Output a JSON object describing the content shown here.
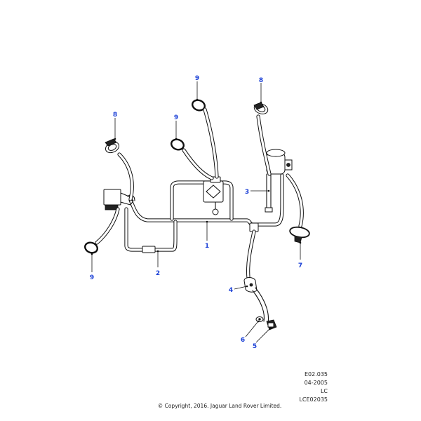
{
  "callouts": [
    {
      "id": "c1",
      "label": "1"
    },
    {
      "id": "c2",
      "label": "2"
    },
    {
      "id": "c3",
      "label": "3"
    },
    {
      "id": "c4",
      "label": "4"
    },
    {
      "id": "c5",
      "label": "5"
    },
    {
      "id": "c6",
      "label": "6"
    },
    {
      "id": "c7",
      "label": "7"
    },
    {
      "id": "c8a",
      "label": "8"
    },
    {
      "id": "c8b",
      "label": "8"
    },
    {
      "id": "c9a",
      "label": "9"
    },
    {
      "id": "c9b",
      "label": "9"
    },
    {
      "id": "c9c",
      "label": "9"
    }
  ],
  "reference": {
    "line1": "E02.035",
    "line2": "04-2005",
    "line3": "LC",
    "line4": "LCE02035"
  },
  "copyright": "© Copyright, 2016. Jaguar Land Rover Limited.",
  "colors": {
    "callout": "#1a3fd6",
    "line": "#111111"
  }
}
